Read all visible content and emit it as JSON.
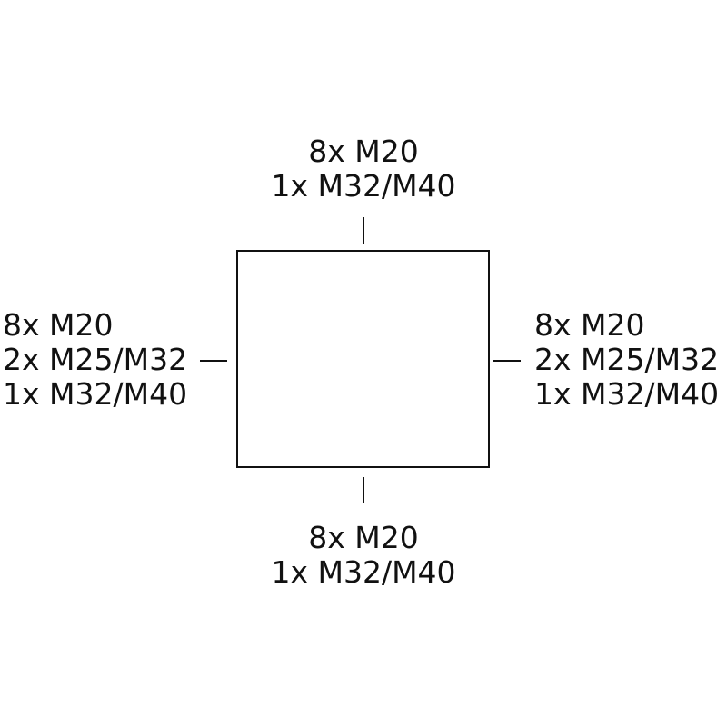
{
  "diagram": {
    "top": {
      "lines": [
        "8x M20",
        "1x M32/M40"
      ]
    },
    "bottom": {
      "lines": [
        "8x M20",
        "1x M32/M40"
      ]
    },
    "left": {
      "lines": [
        "8x M20",
        "2x M25/M32",
        "1x M32/M40"
      ]
    },
    "right": {
      "lines": [
        "8x M20",
        "2x M25/M32",
        "1x M32/M40"
      ]
    }
  }
}
